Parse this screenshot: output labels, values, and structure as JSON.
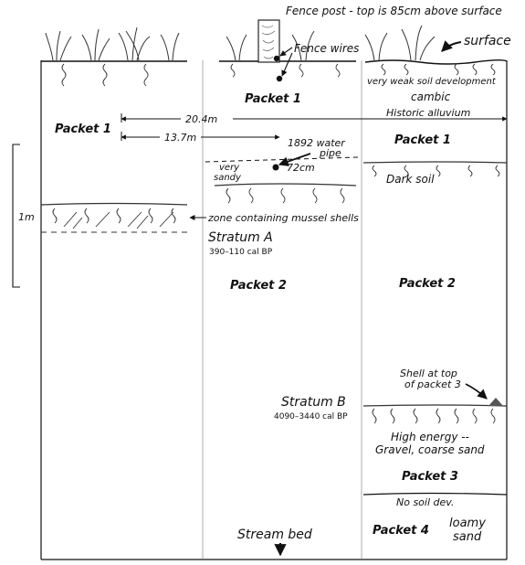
{
  "labels": {
    "fence_post_note": "Fence post - top is 85cm above surface",
    "surface": "surface",
    "fence_wires": "Fence wires",
    "very_weak_soil": "very weak soil development",
    "cambic": "cambic",
    "historic_alluvium": "Historic alluvium",
    "packet1_left": "Packet 1",
    "packet1_mid": "Packet 1",
    "packet1_right": "Packet 1",
    "dist_20_4": "20.4m",
    "dist_13_7": "13.7m",
    "water_pipe_line1": "1892 water",
    "water_pipe_line2": "pipe",
    "depth_72": "72cm",
    "very_sandy_1": "very",
    "very_sandy_2": "sandy",
    "dark_soil": "Dark soil",
    "scale_1m": "1m",
    "mussel_zone": "zone containing mussel shells",
    "stratum_a": "Stratum A",
    "stratum_a_date": "390–110 cal BP",
    "packet2_mid": "Packet 2",
    "packet2_right": "Packet 2",
    "shell_top_1": "Shell at top",
    "shell_top_2": "of packet 3",
    "stratum_b": "Stratum B",
    "stratum_b_date": "4090–3440 cal BP",
    "high_energy_1": "High energy --",
    "high_energy_2": "Gravel, coarse sand",
    "packet3": "Packet 3",
    "no_soil_dev": "No soil dev.",
    "packet4": "Packet 4",
    "loamy_1": "loamy",
    "loamy_2": "sand",
    "stream_bed": "Stream bed"
  }
}
